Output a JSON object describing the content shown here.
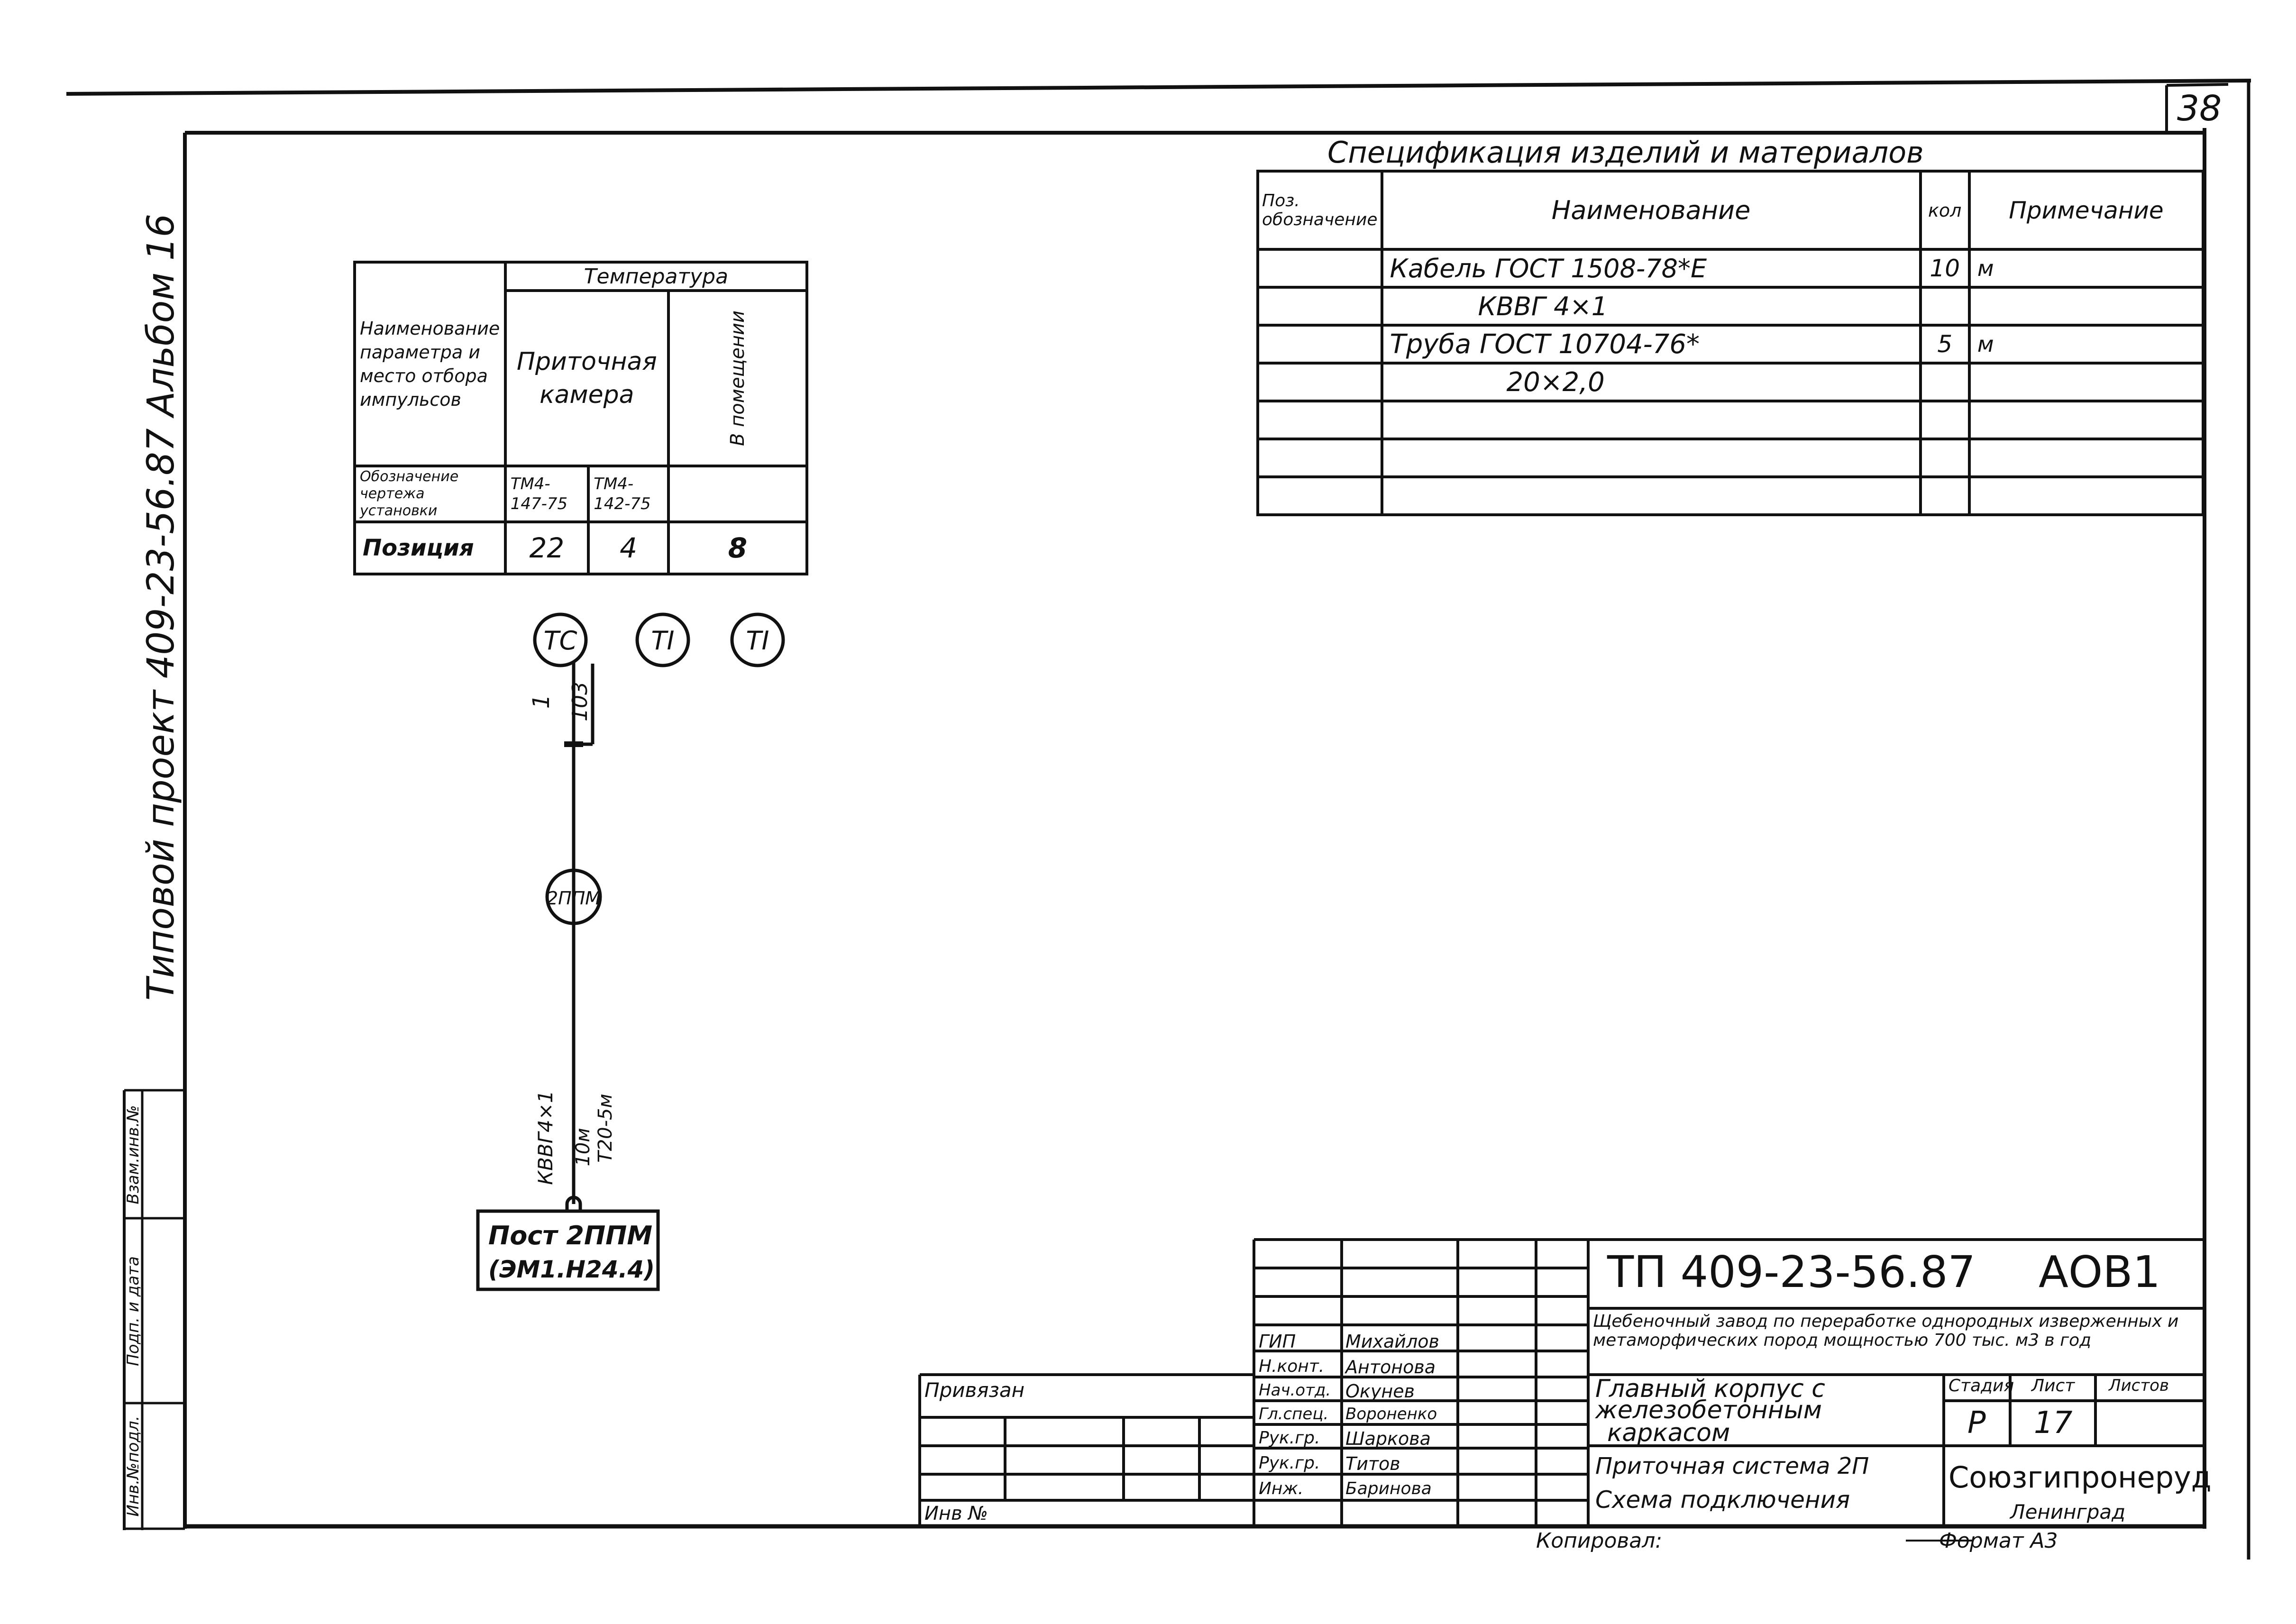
{
  "sheet_number": "38",
  "side_labels": {
    "project": "Типовой проект 409-23-56.87 Альбом 16",
    "boxes": [
      "Взам.инв.№",
      "Подп. и дата",
      "Инв.№подл."
    ]
  },
  "param_table": {
    "h_param": "Наименование параметра и место отбора импульсов",
    "h_temp": "Температура",
    "h_chamber": "Приточная камера",
    "h_room": "В помещении",
    "r_designation": "Обозначение чертежа установки",
    "d1": "ТМ4-147-75",
    "d2": "ТМ4-142-75",
    "r_position": "Позиция",
    "p1": "22",
    "p2": "4",
    "p3": "8"
  },
  "schematic": {
    "inst1": "ТС",
    "inst2": "TI",
    "inst3": "TI",
    "wire_no": "1",
    "wire_ref": "103",
    "actuator": "2ППМ",
    "cable_label": "КВВГ4×1",
    "length_label": "10м",
    "pipe_label": "Т20-5м",
    "post_line1": "Пост 2ППМ",
    "post_line2": "(ЭМ1.Н24.4)"
  },
  "spec_table": {
    "title": "Спецификация изделий и материалов",
    "h_pos": "Поз. обозначение",
    "h_name": "Наименование",
    "h_qty": "кол",
    "h_note": "Примечание",
    "rows": [
      {
        "name": "Кабель ГОСТ 1508-78*Е",
        "qty": "10",
        "note": "м"
      },
      {
        "name": "КВВГ 4×1",
        "qty": "",
        "note": ""
      },
      {
        "name": "Труба ГОСТ 10704-76*",
        "qty": "5",
        "note": "м"
      },
      {
        "name": "20×2,0",
        "qty": "",
        "note": ""
      },
      {
        "name": "",
        "qty": "",
        "note": ""
      },
      {
        "name": "",
        "qty": "",
        "note": ""
      },
      {
        "name": "",
        "qty": "",
        "note": ""
      }
    ]
  },
  "title_block": {
    "code": "ТП 409-23-56.87",
    "mark": "АОВ1",
    "description": "Щебеночный завод по переработке однородных изверженных и метаморфических пород мощностью 700 тыс. м3 в год",
    "object_line1": "Главный корпус с",
    "object_line2": "железобетонным",
    "object_line3": "каркасом",
    "sheet_line1": "Приточная система 2П",
    "sheet_line2": "Схема подключения",
    "h_stage": "Стадия",
    "h_sheet": "Лист",
    "h_sheets": "Листов",
    "stage": "Р",
    "sheet": "17",
    "sheets": "",
    "org_line1": "Союзгипронеруд",
    "org_line2": "Ленинград",
    "tied": "Привязан",
    "inv": "Инв №",
    "copied": "Копировал:",
    "format": "Формат А3",
    "staff": [
      {
        "role": "ГИП",
        "name": "Михайлов"
      },
      {
        "role": "Н.конт.",
        "name": "Антонова"
      },
      {
        "role": "Нач.отд.",
        "name": "Окунев"
      },
      {
        "role": "Гл.спец.",
        "name": "Вороненко"
      },
      {
        "role": "Рук.гр.",
        "name": "Шаркова"
      },
      {
        "role": "Рук.гр.",
        "name": "Титов"
      },
      {
        "role": "Инж.",
        "name": "Баринова"
      }
    ]
  }
}
